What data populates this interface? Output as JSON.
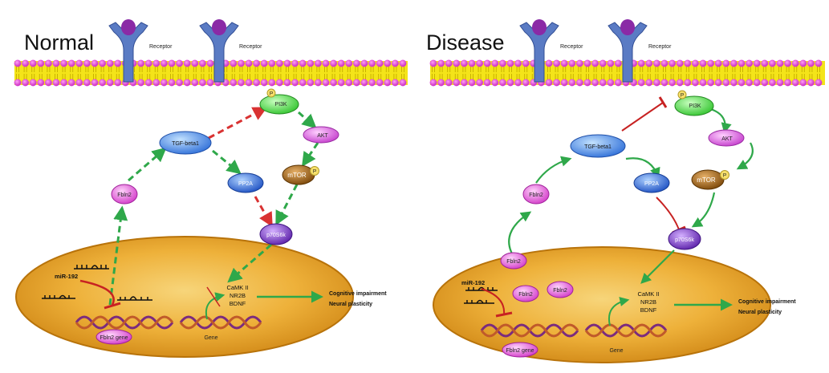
{
  "normal": {
    "title": "Normal",
    "receptor_label": "Receptor",
    "nodes": {
      "pi3k": "PI3K",
      "akt": "AKT",
      "tgfb1": "TGF-beta1",
      "pp2a": "PP2A",
      "mtor": "mTOR",
      "fbln2": "Fbln2",
      "p70s6k": "p70S6k",
      "phospho": "P"
    },
    "nucleus": {
      "mirna": "miR-192",
      "fbln2_gene": "Fbln2 gene",
      "gene": "Gene",
      "camk": "CaMK II",
      "nr2b": "NR2B",
      "bdnf": "BDNF"
    },
    "outcome": [
      "Cognitive impairment",
      "Neural plasticity"
    ]
  },
  "disease": {
    "title": "Disease",
    "receptor_label": "Receptor",
    "nodes": {
      "pi3k": "PI3K",
      "akt": "AKT",
      "tgfb1": "TGF-beta1",
      "pp2a": "PP2A",
      "mtor": "mTOR",
      "fbln2": "Fbln2",
      "p70s6k": "p70S6k",
      "phospho": "P"
    },
    "nucleus": {
      "mirna": "miR-192",
      "fbln2": "Fbln2",
      "fbln2_gene": "Fbln2 gene",
      "gene": "Gene",
      "camk": "CaMK II",
      "nr2b": "NR2B",
      "bdnf": "BDNF"
    },
    "outcome": [
      "Cognitive impairment",
      "Neural plasticity"
    ]
  },
  "colors": {
    "membrane_head": "#e040d8",
    "membrane_tail": "#f4e419",
    "receptor_blue": "#5a7bc4",
    "receptor_purple": "#8a2aa6",
    "nucleus_fill": "#e6a11e",
    "nucleus_stroke": "#b8730a",
    "activation_green": "#2fa84a",
    "activation_red": "#d93232",
    "inhibition_red": "#c72222",
    "pi3k": "#5ee65a",
    "akt": "#d964e0",
    "tgfb1": "#3f8be8",
    "pp2a": "#2f6fe0",
    "mtor": "#a5661a",
    "fbln2": "#e050d8",
    "p70s6k": "#7d36c9",
    "phospho": "#f6df6b"
  }
}
